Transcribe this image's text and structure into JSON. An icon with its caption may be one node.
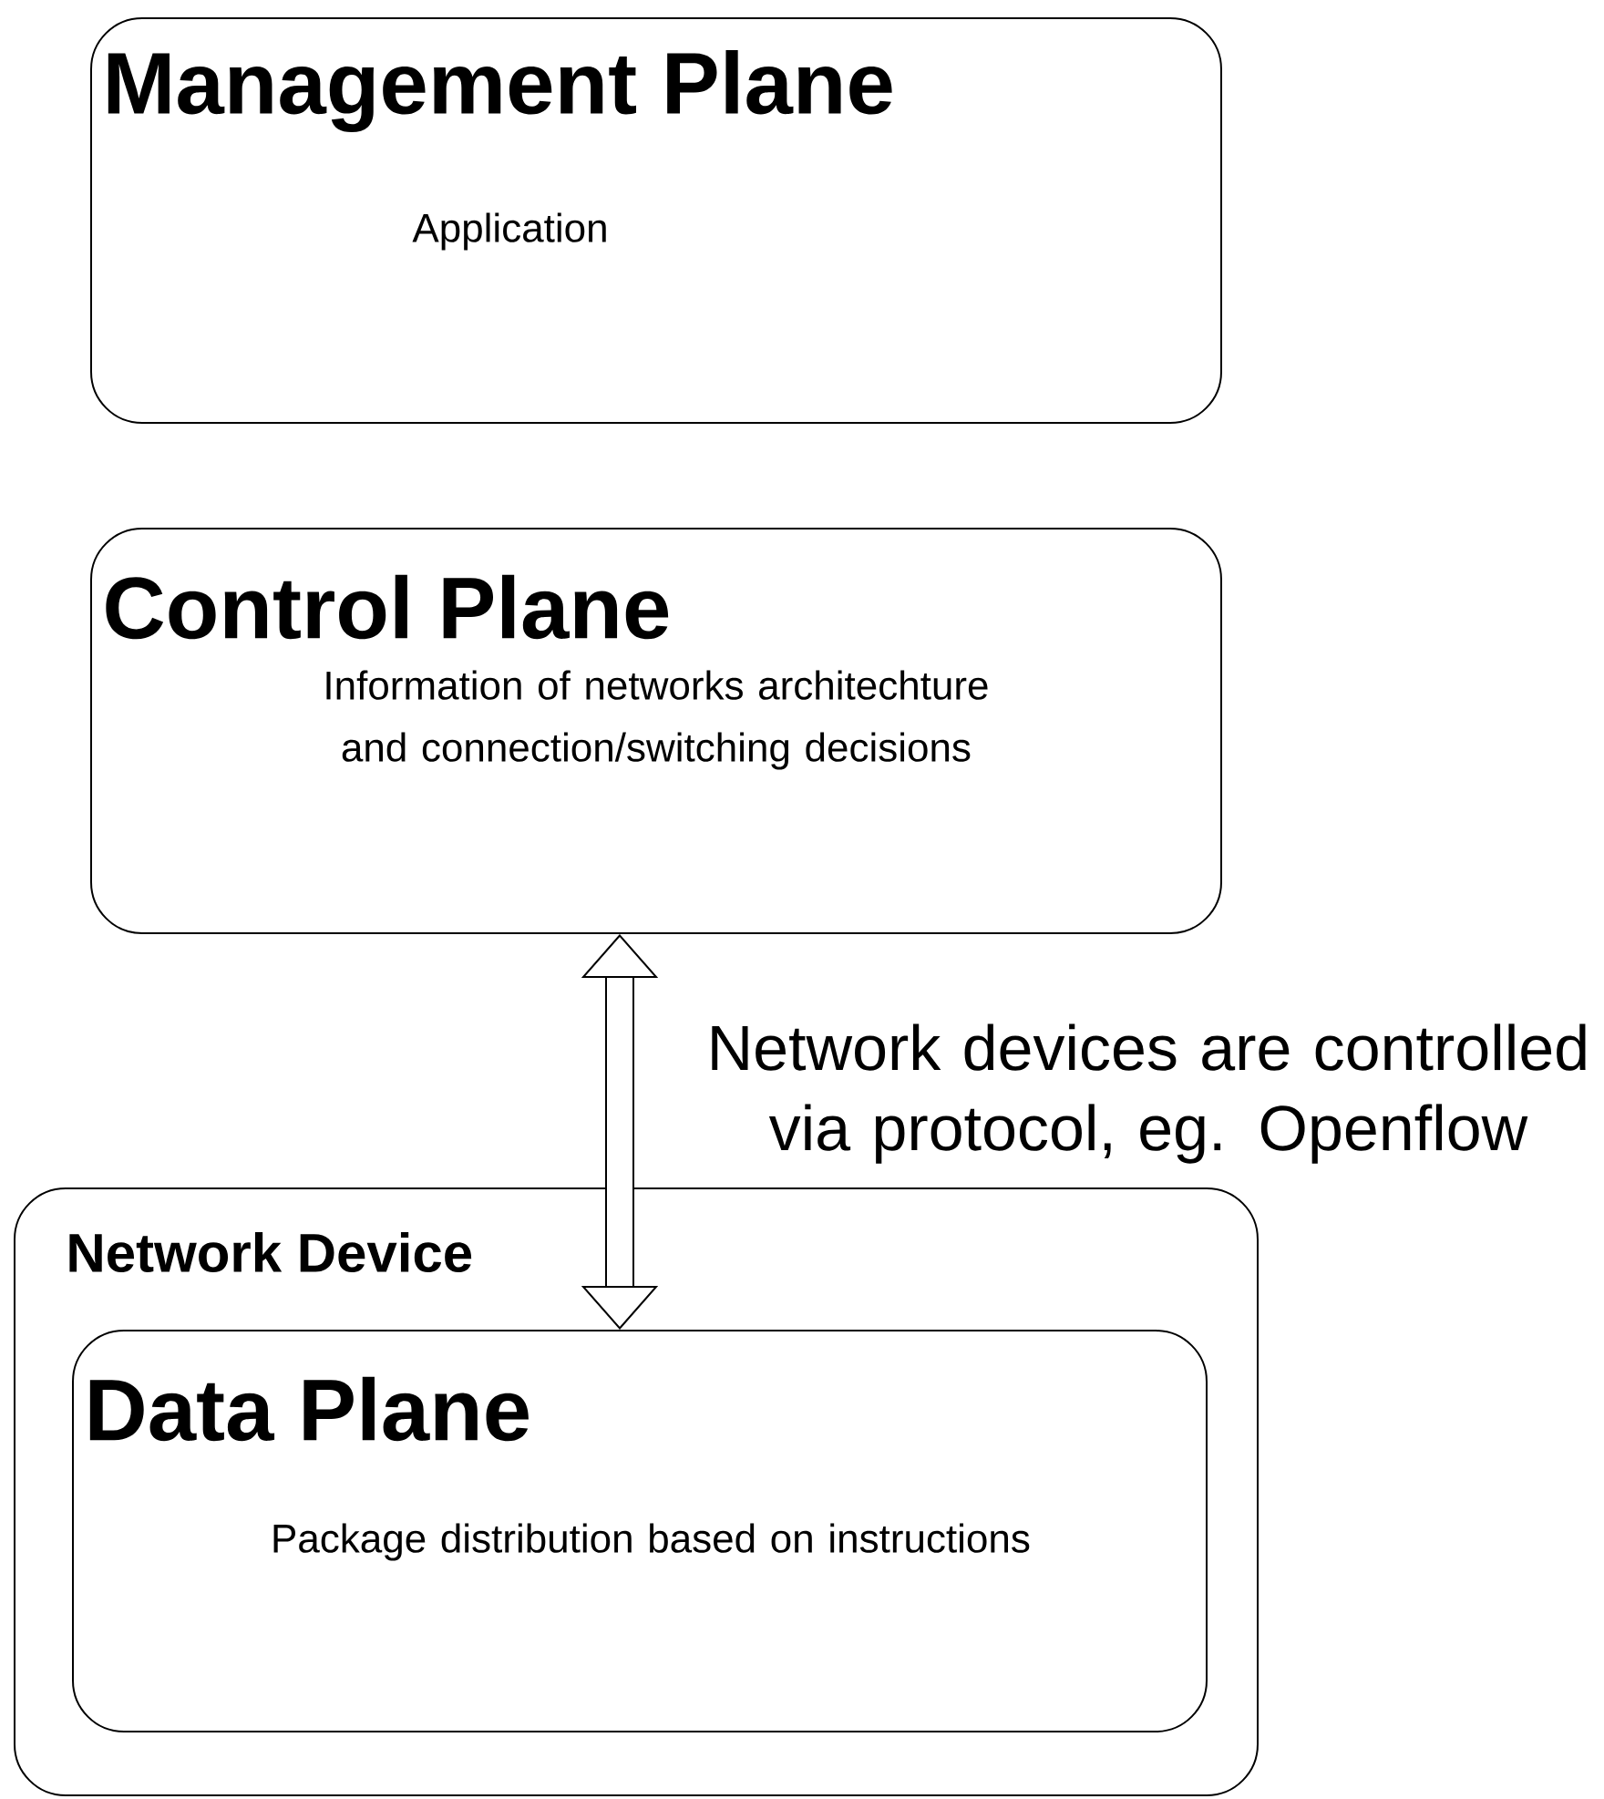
{
  "diagram": {
    "nodes": [
      {
        "text": [
          "Management Plane",
          "Application"
        ]
      },
      {
        "text": [
          "Control Plane",
          "Information of networks architechture and connection/switching decisions"
        ]
      },
      {
        "text": [
          "Network Device"
        ]
      },
      {
        "text": [
          "Data Plane",
          "Package distribution based on instructions"
        ],
        "in": 2
      }
    ],
    "edges": [
      {
        "from": 1,
        "to": 3,
        "arrow": "both",
        "label": "Network devices are controlled via protocol, eg. Openflow"
      }
    ]
  }
}
